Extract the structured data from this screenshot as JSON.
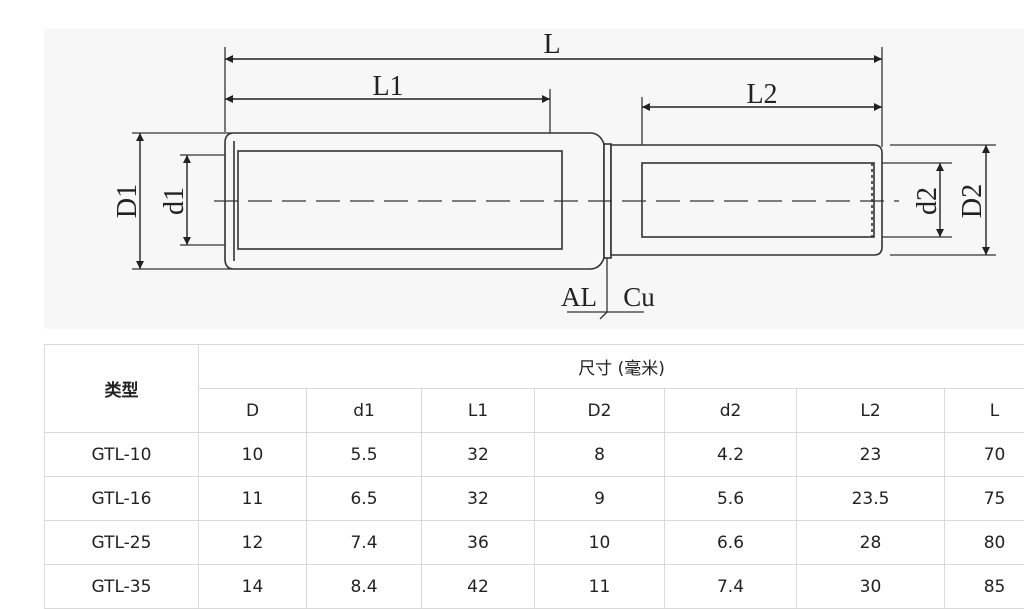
{
  "drawing": {
    "dims": {
      "L": "L",
      "L1": "L1",
      "L2": "L2",
      "D1": "D1",
      "d1": "d1",
      "D2": "D2",
      "d2": "d2"
    },
    "materials": {
      "al": "AL",
      "cu": "Cu"
    }
  },
  "table": {
    "type_header": "类型",
    "group_header": "尺寸 (毫米)",
    "columns": [
      "D",
      "d1",
      "L1",
      "D2",
      "d2",
      "L2",
      "L"
    ],
    "rows": [
      {
        "type": "GTL-10",
        "values": [
          "10",
          "5.5",
          "32",
          "8",
          "4.2",
          "23",
          "70"
        ]
      },
      {
        "type": "GTL-16",
        "values": [
          "11",
          "6.5",
          "32",
          "9",
          "5.6",
          "23.5",
          "75"
        ]
      },
      {
        "type": "GTL-25",
        "values": [
          "12",
          "7.4",
          "36",
          "10",
          "6.6",
          "28",
          "80"
        ]
      },
      {
        "type": "GTL-35",
        "values": [
          "14",
          "8.4",
          "42",
          "11",
          "7.4",
          "30",
          "85"
        ]
      }
    ]
  }
}
